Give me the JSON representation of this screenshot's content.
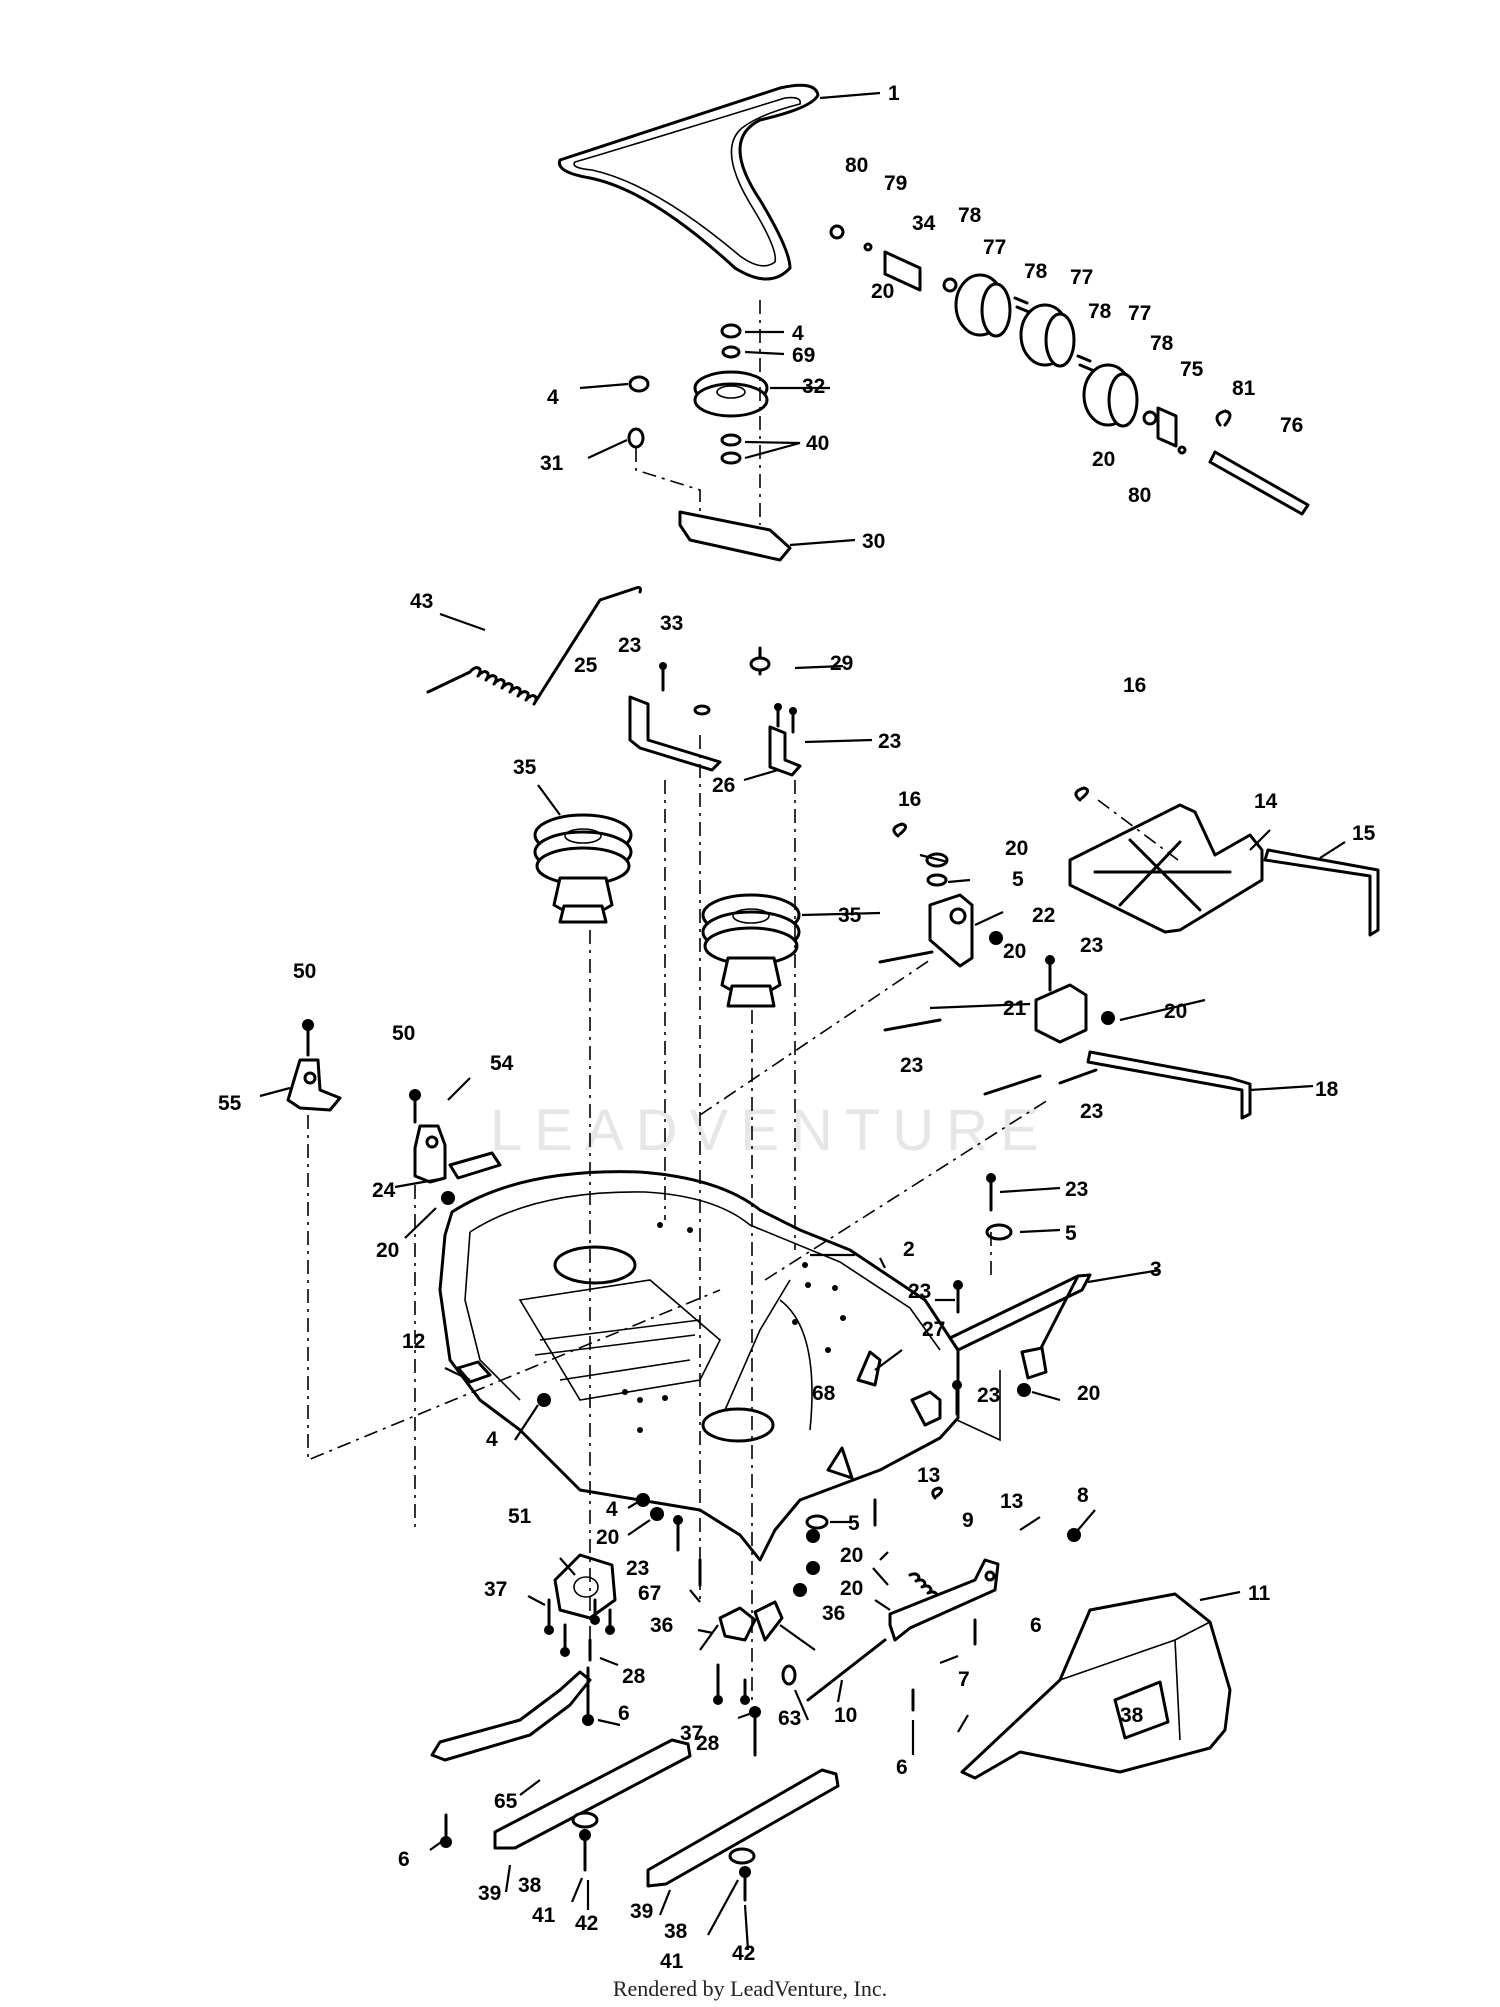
{
  "footer": {
    "text": "Rendered by LeadVenture, Inc."
  },
  "watermark": {
    "text": "LEADVENTURE"
  },
  "callouts": [
    {
      "id": "c1",
      "label": "1"
    },
    {
      "id": "c2",
      "label": "2"
    },
    {
      "id": "c3",
      "label": "3"
    },
    {
      "id": "c4a",
      "label": "4"
    },
    {
      "id": "c4b",
      "label": "4"
    },
    {
      "id": "c4c",
      "label": "4"
    },
    {
      "id": "c4d",
      "label": "4"
    },
    {
      "id": "c5a",
      "label": "5"
    },
    {
      "id": "c5b",
      "label": "5"
    },
    {
      "id": "c5c",
      "label": "5"
    },
    {
      "id": "c6a",
      "label": "6"
    },
    {
      "id": "c6b",
      "label": "6"
    },
    {
      "id": "c6c",
      "label": "6"
    },
    {
      "id": "c6d",
      "label": "6"
    },
    {
      "id": "c7",
      "label": "7"
    },
    {
      "id": "c8",
      "label": "8"
    },
    {
      "id": "c9",
      "label": "9"
    },
    {
      "id": "c10",
      "label": "10"
    },
    {
      "id": "c11",
      "label": "11"
    },
    {
      "id": "c12",
      "label": "12"
    },
    {
      "id": "c13a",
      "label": "13"
    },
    {
      "id": "c13b",
      "label": "13"
    },
    {
      "id": "c14",
      "label": "14"
    },
    {
      "id": "c15",
      "label": "15"
    },
    {
      "id": "c16a",
      "label": "16"
    },
    {
      "id": "c16b",
      "label": "16"
    },
    {
      "id": "c18",
      "label": "18"
    },
    {
      "id": "c20a",
      "label": "20"
    },
    {
      "id": "c20b",
      "label": "20"
    },
    {
      "id": "c20c",
      "label": "20"
    },
    {
      "id": "c20d",
      "label": "20"
    },
    {
      "id": "c20e",
      "label": "20"
    },
    {
      "id": "c20f",
      "label": "20"
    },
    {
      "id": "c20g",
      "label": "20"
    },
    {
      "id": "c20h",
      "label": "20"
    },
    {
      "id": "c20i",
      "label": "20"
    },
    {
      "id": "c20j",
      "label": "20"
    },
    {
      "id": "c21",
      "label": "21"
    },
    {
      "id": "c22",
      "label": "22"
    },
    {
      "id": "c23a",
      "label": "23"
    },
    {
      "id": "c23b",
      "label": "23"
    },
    {
      "id": "c23c",
      "label": "23"
    },
    {
      "id": "c23d",
      "label": "23"
    },
    {
      "id": "c23e",
      "label": "23"
    },
    {
      "id": "c23f",
      "label": "23"
    },
    {
      "id": "c23g",
      "label": "23"
    },
    {
      "id": "c23h",
      "label": "23"
    },
    {
      "id": "c23i",
      "label": "23"
    },
    {
      "id": "c24",
      "label": "24"
    },
    {
      "id": "c25",
      "label": "25"
    },
    {
      "id": "c26",
      "label": "26"
    },
    {
      "id": "c27",
      "label": "27"
    },
    {
      "id": "c28a",
      "label": "28"
    },
    {
      "id": "c28b",
      "label": "28"
    },
    {
      "id": "c29",
      "label": "29"
    },
    {
      "id": "c30",
      "label": "30"
    },
    {
      "id": "c31",
      "label": "31"
    },
    {
      "id": "c32",
      "label": "32"
    },
    {
      "id": "c33",
      "label": "33"
    },
    {
      "id": "c34",
      "label": "34"
    },
    {
      "id": "c35a",
      "label": "35"
    },
    {
      "id": "c35b",
      "label": "35"
    },
    {
      "id": "c36a",
      "label": "36"
    },
    {
      "id": "c36b",
      "label": "36"
    },
    {
      "id": "c37a",
      "label": "37"
    },
    {
      "id": "c37b",
      "label": "37"
    },
    {
      "id": "c38a",
      "label": "38"
    },
    {
      "id": "c38b",
      "label": "38"
    },
    {
      "id": "c39a",
      "label": "39"
    },
    {
      "id": "c39b",
      "label": "39"
    },
    {
      "id": "c40",
      "label": "40"
    },
    {
      "id": "c41a",
      "label": "41"
    },
    {
      "id": "c41b",
      "label": "41"
    },
    {
      "id": "c42a",
      "label": "42"
    },
    {
      "id": "c42b",
      "label": "42"
    },
    {
      "id": "c43",
      "label": "43"
    },
    {
      "id": "c50a",
      "label": "50"
    },
    {
      "id": "c50b",
      "label": "50"
    },
    {
      "id": "c51",
      "label": "51"
    },
    {
      "id": "c54",
      "label": "54"
    },
    {
      "id": "c55",
      "label": "55"
    },
    {
      "id": "c63",
      "label": "63"
    },
    {
      "id": "c65",
      "label": "65"
    },
    {
      "id": "c67",
      "label": "67"
    },
    {
      "id": "c68",
      "label": "68"
    },
    {
      "id": "c69",
      "label": "69"
    },
    {
      "id": "c75",
      "label": "75"
    },
    {
      "id": "c76",
      "label": "76"
    },
    {
      "id": "c77a",
      "label": "77"
    },
    {
      "id": "c77b",
      "label": "77"
    },
    {
      "id": "c77c",
      "label": "77"
    },
    {
      "id": "c78a",
      "label": "78"
    },
    {
      "id": "c78b",
      "label": "78"
    },
    {
      "id": "c78c",
      "label": "78"
    },
    {
      "id": "c78d",
      "label": "78"
    },
    {
      "id": "c79",
      "label": "79"
    },
    {
      "id": "c80a",
      "label": "80"
    },
    {
      "id": "c80b",
      "label": "80"
    },
    {
      "id": "c81",
      "label": "81"
    }
  ],
  "parts": {
    "deck_housing": {
      "number": "2"
    },
    "belt": {
      "number": "1"
    },
    "belt_guard": {
      "number": "11",
      "decal_text": "38"
    }
  }
}
